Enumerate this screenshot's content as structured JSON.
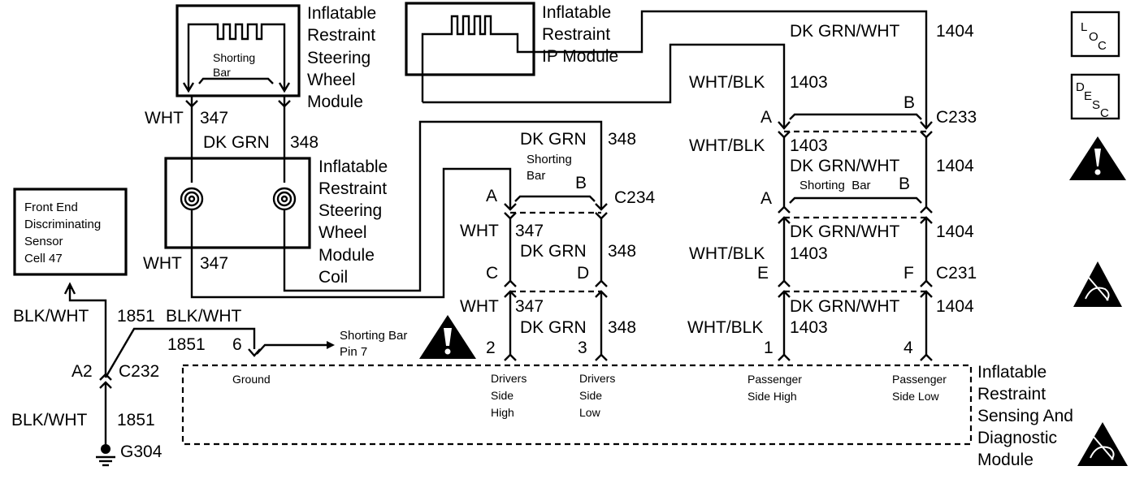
{
  "components": {
    "sw_module": [
      "Inflatable",
      "Restraint",
      "Steering",
      "Wheel",
      "Module"
    ],
    "sw_shorting_bar": [
      "Shorting",
      "Bar"
    ],
    "ip_module": [
      "Inflatable",
      "Restraint",
      "IP Module"
    ],
    "coil": [
      "Inflatable",
      "Restraint",
      "Steering",
      "Wheel",
      "Module",
      "Coil"
    ],
    "front_end_sensor": [
      "Front End",
      "Discriminating",
      "Sensor",
      "Cell 47"
    ],
    "sdm": [
      "Inflatable",
      "Restraint",
      "Sensing And",
      "Diagnostic",
      "Module"
    ]
  },
  "wires": {
    "wht": "WHT",
    "c347": "347",
    "dkgrn": "DK GRN",
    "c348": "348",
    "dkgrnwht": "DK GRN/WHT",
    "c1404": "1404",
    "whtblk": "WHT/BLK",
    "c1403": "1403",
    "blkwht": "BLK/WHT",
    "c1851": "1851"
  },
  "connectors": {
    "c234": "C234",
    "c233": "C233",
    "c231": "C231",
    "c232": "C232",
    "shorting_bar": [
      "Shorting",
      "Bar"
    ],
    "shorting_bar_c233": "Shorting  Bar",
    "pins": {
      "A": "A",
      "B": "B",
      "C": "C",
      "D": "D",
      "E": "E",
      "F": "F",
      "A2": "A2",
      "p6": "6",
      "p2": "2",
      "p3": "3",
      "p1": "1",
      "p4": "4"
    }
  },
  "ground": {
    "g304": "G304",
    "ground_label": "Ground"
  },
  "pin7": [
    "Shorting Bar",
    "Pin 7"
  ],
  "sdm_pins": {
    "drv_high": [
      "Drivers",
      "Side",
      "High"
    ],
    "drv_low": [
      "Drivers",
      "Side",
      "Low"
    ],
    "pas_high": [
      "Passenger",
      "Side High"
    ],
    "pas_low": [
      "Passenger",
      "Side Low"
    ]
  },
  "symbols": {
    "loc": [
      "L",
      "O",
      "C"
    ],
    "desc": [
      "D",
      "E",
      "S",
      "C"
    ]
  }
}
